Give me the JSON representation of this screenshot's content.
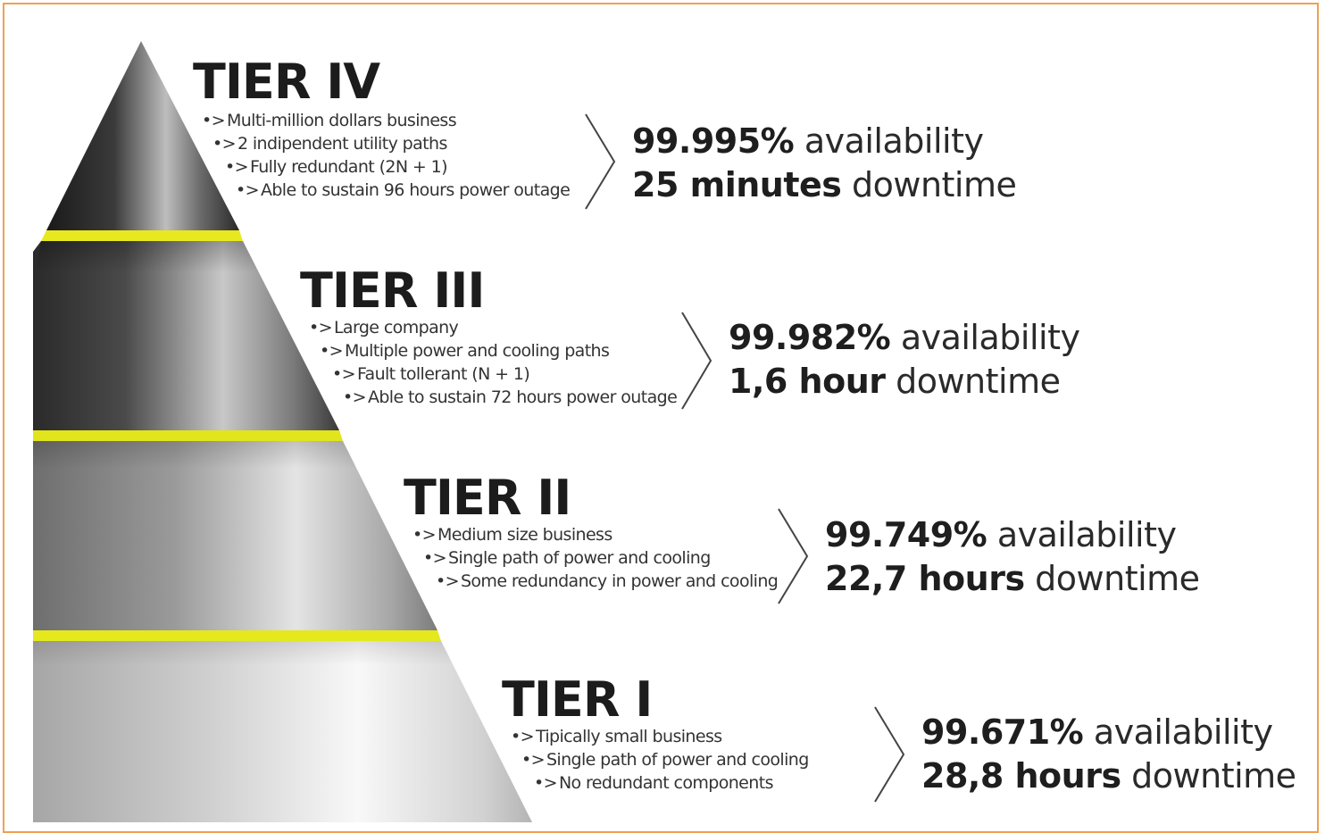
{
  "tiers": [
    {
      "title": "TIER IV",
      "bullets": [
        "Multi-million dollars business",
        "2 indipendent utility paths",
        "Fully redundant (2N + 1)",
        "Able to sustain 96 hours power outage"
      ],
      "availability_value": "99.995%",
      "availability_label": "availability",
      "downtime_value": "25 minutes",
      "downtime_label": "downtime"
    },
    {
      "title": "TIER III",
      "bullets": [
        "Large company",
        "Multiple power and cooling paths",
        "Fault tollerant (N + 1)",
        "Able to sustain 72 hours power outage"
      ],
      "availability_value": "99.982%",
      "availability_label": "availability",
      "downtime_value": "1,6 hour",
      "downtime_label": "downtime"
    },
    {
      "title": "TIER II",
      "bullets": [
        "Medium size business",
        "Single path of power and cooling",
        "Some redundancy in power and cooling"
      ],
      "availability_value": "99.749%",
      "availability_label": "availability",
      "downtime_value": "22,7 hours",
      "downtime_label": "downtime"
    },
    {
      "title": "TIER I",
      "bullets": [
        "Tipically small business",
        "Single path of power and cooling",
        "No redundant components"
      ],
      "availability_value": "99.671%",
      "availability_label": "availability",
      "downtime_value": "28,8 hours",
      "downtime_label": "downtime"
    }
  ],
  "bullet_marker": "•>",
  "colors": {
    "frame": "#f0a050",
    "band": "#e6e61e",
    "text": "#1e1e1e"
  }
}
